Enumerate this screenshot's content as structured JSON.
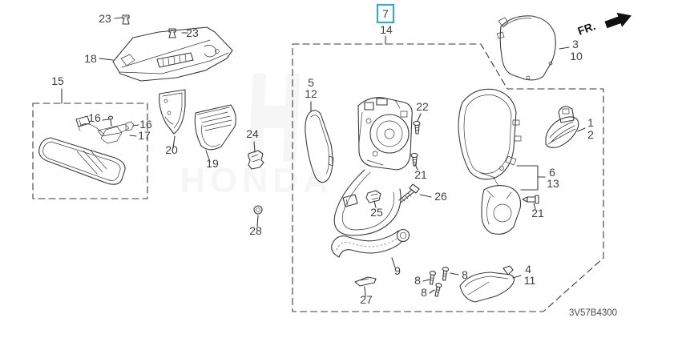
{
  "diagram": {
    "code": "3V57B4300",
    "fr_label": "FR.",
    "watermark": "HONDA",
    "colors": {
      "accent": "#3BA7C9",
      "line": "#3a3a3a",
      "label": "#3f3f3f",
      "dash": "#9b9b9b"
    }
  },
  "callouts": {
    "c23a": "23",
    "c23b": "23",
    "c18": "18",
    "c15": "15",
    "c16a": "16",
    "c16b": "16",
    "c17": "17",
    "c20": "20",
    "c19": "19",
    "c24": "24",
    "c28": "28",
    "c5": "5",
    "c12": "12",
    "c7": "7",
    "c14": "14",
    "c22": "22",
    "c21a": "21",
    "c25": "25",
    "c26": "26",
    "c9": "9",
    "c27": "27",
    "c8a": "8",
    "c8b": "8",
    "c8c": "8",
    "c4": "4",
    "c11": "11",
    "c6": "6",
    "c13": "13",
    "c21b": "21",
    "c1": "1",
    "c2": "2",
    "c3": "3",
    "c10": "10"
  }
}
